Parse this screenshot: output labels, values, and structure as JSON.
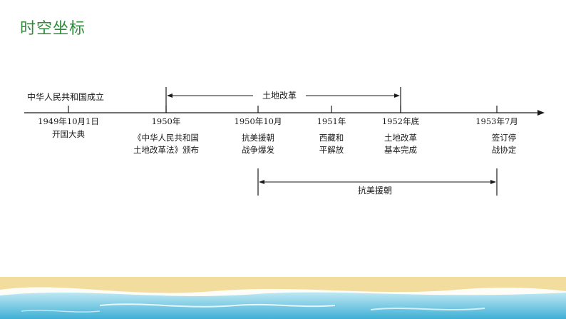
{
  "title": "时空坐标",
  "timeline": {
    "pre_label": "中华人民共和国成立",
    "span_top_label": "土地改革",
    "span_bottom_label": "抗美援朝",
    "events": [
      {
        "date": "1949年10月1日",
        "desc": [
          "开国大典"
        ]
      },
      {
        "date": "1950年",
        "desc": [
          "《中华人民共和国",
          "土地改革法》颁布"
        ]
      },
      {
        "date": "1950年10月",
        "desc": [
          "抗美援朝",
          "战争爆发"
        ]
      },
      {
        "date": "1951年",
        "desc": [
          "西藏和",
          "平解放"
        ]
      },
      {
        "date": "1952年底",
        "desc": [
          "土地改革",
          "基本完成"
        ]
      },
      {
        "date": "1953年7月",
        "desc": [
          "签订停",
          "战协定"
        ]
      }
    ]
  },
  "colors": {
    "title": "#2e8b3a",
    "line": "#1a1a1a",
    "sand": "#efd79a",
    "sea_light": "#aee1ef",
    "sea_dark": "#3fb0d6"
  }
}
